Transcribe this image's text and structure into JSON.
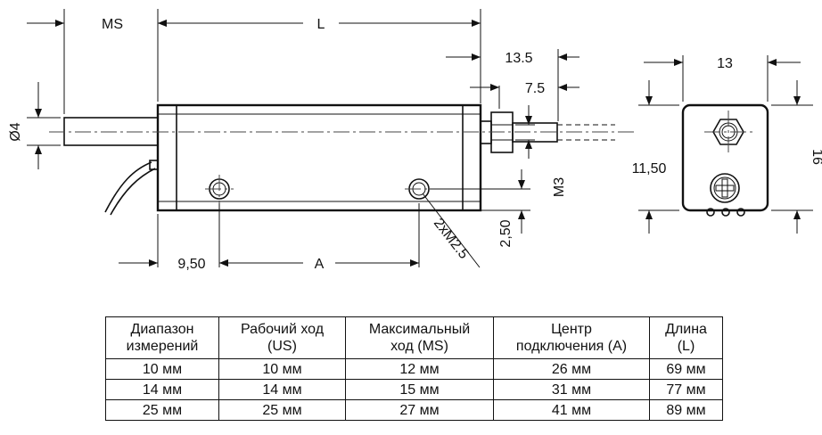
{
  "drawing": {
    "side_view": {
      "dim_ms": "MS",
      "dim_l": "L",
      "dim_13_5": "13.5",
      "dim_7_5": "7.5",
      "dim_d4": "Ø4",
      "dim_m3": "M3",
      "dim_9_50": "9,50",
      "dim_a": "A",
      "dim_2_50": "2,50",
      "dim_2xm2_5": "2xM2.5"
    },
    "end_view": {
      "dim_13": "13",
      "dim_11_50": "11,50",
      "dim_16": "16"
    }
  },
  "table": {
    "headers": [
      [
        "Диапазон",
        "измерений"
      ],
      [
        "Рабочий ход",
        "(US)"
      ],
      [
        "Максимальный",
        "ход (MS)"
      ],
      [
        "Центр",
        "подключения (A)"
      ],
      [
        "Длина",
        "(L)"
      ]
    ],
    "rows": [
      [
        "10 мм",
        "10 мм",
        "12 мм",
        "26 мм",
        "69 мм"
      ],
      [
        "14 мм",
        "14 мм",
        "15 мм",
        "31 мм",
        "77 мм"
      ],
      [
        "25 мм",
        "25 мм",
        "27 мм",
        "41 мм",
        "89 мм"
      ]
    ]
  }
}
